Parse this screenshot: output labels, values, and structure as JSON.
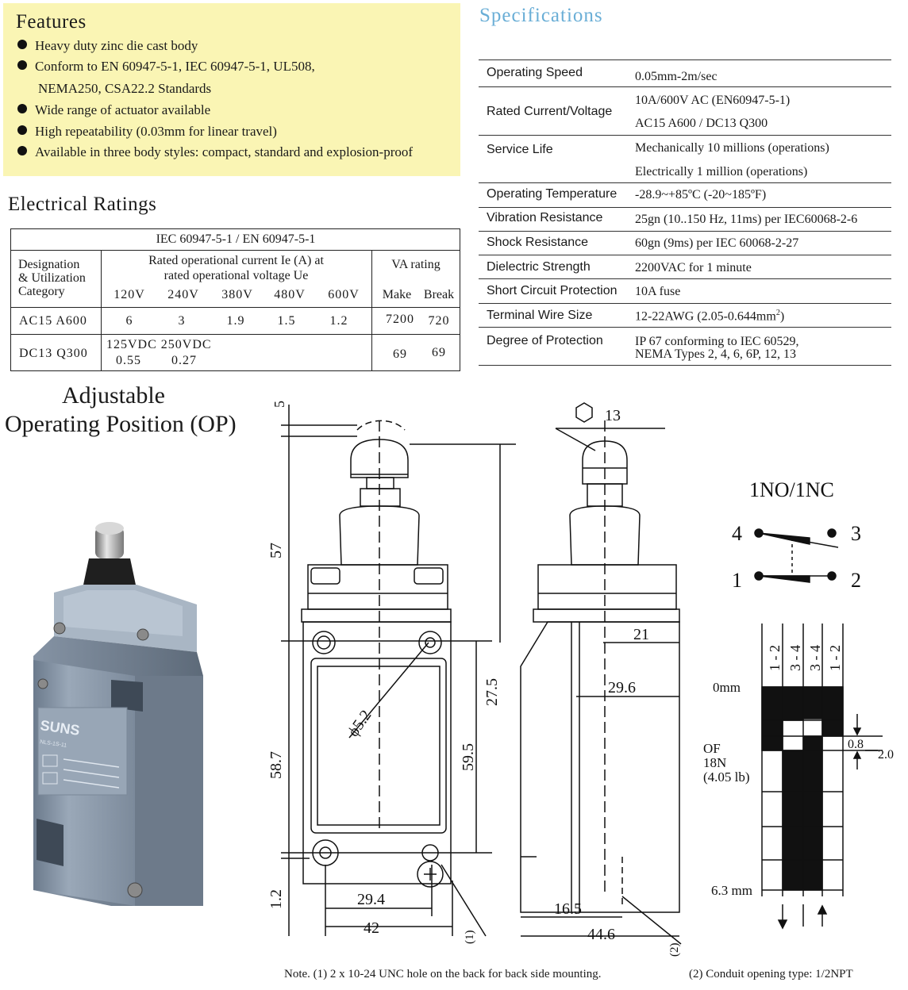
{
  "features": {
    "title": "Features",
    "items": [
      "Heavy duty zinc die cast body",
      "Conform to EN 60947-5-1, IEC 60947-5-1, UL508,",
      "NEMA250, CSA22.2 Standards",
      "Wide range of actuator available",
      "High repeatability (0.03mm for linear travel)",
      "Available in three body styles: compact, standard and explosion-proof"
    ]
  },
  "electrical": {
    "title": "Electrical Ratings",
    "standard": "IEC 60947-5-1 / EN 60947-5-1",
    "designation_lines": [
      "Designation",
      "& Utilization",
      "Category"
    ],
    "rated_header_lines": [
      "Rated operational current Ie (A) at",
      "rated operational voltage Ue"
    ],
    "va_header": "VA rating",
    "voltages": [
      "120V",
      "240V",
      "380V",
      "480V",
      "600V"
    ],
    "make": "Make",
    "break": "Break",
    "ac15": {
      "label": "AC15 A600",
      "currents": [
        "6",
        "3",
        "1.9",
        "1.5",
        "1.2"
      ],
      "make": "7200",
      "break": "720"
    },
    "dc13": {
      "label": "DC13 Q300",
      "top": "125VDC 250VDC",
      "v1": "0.55",
      "v2": "0.27",
      "make": "69",
      "break": "69"
    }
  },
  "specs": {
    "title": "Specifications",
    "rows": [
      {
        "label": "Operating Speed",
        "values": [
          "0.05mm-2m/sec"
        ]
      },
      {
        "label": "Rated Current/Voltage",
        "values": [
          "10A/600V AC (EN60947-5-1)",
          "AC15 A600 / DC13 Q300"
        ]
      },
      {
        "label": "Service Life",
        "values": [
          "Mechanically 10 millions (operations)",
          "Electrically 1 million (operations)"
        ]
      },
      {
        "label": "Operating Temperature",
        "values": [
          "-28.9~+85ºC  (-20~185ºF)"
        ]
      },
      {
        "label": "Vibration Resistance",
        "values": [
          "25gn (10..150 Hz, 11ms) per IEC60068-2-6"
        ]
      },
      {
        "label": "Shock Resistance",
        "values": [
          "60gn (9ms) per IEC 60068-2-27"
        ]
      },
      {
        "label": "Dielectric Strength",
        "values": [
          "2200VAC for 1 minute"
        ]
      },
      {
        "label": "Short Circuit Protection",
        "values": [
          "10A fuse"
        ]
      },
      {
        "label": "Terminal Wire Size",
        "values": [
          "12-22AWG (2.05-0.644mm",
          "2",
          ")"
        ]
      },
      {
        "label": "Degree of Protection",
        "values": [
          "IP 67 conforming to IEC 60529,",
          "NEMA Types 2, 4, 6, 6P, 12, 13"
        ]
      }
    ]
  },
  "op": {
    "line1": "Adjustable",
    "line2": "Operating Position (OP)"
  },
  "photo": {
    "brand": "SUNS",
    "model": "NLS-1S-11"
  },
  "dims": {
    "front": {
      "d5": "5",
      "d57": "57",
      "d587": "58.7",
      "d12": "1.2",
      "d275": "27.5",
      "d595": "59.5",
      "d52": "ϕ5.2",
      "d294": "29.4",
      "d42": "42",
      "n1": "(1)"
    },
    "side": {
      "hex": "13",
      "d21": "21",
      "d296": "29.6",
      "d165": "16.5",
      "d446": "44.6",
      "n2": "(2)"
    },
    "contact": {
      "title": "1NO/1NC",
      "t4": "4",
      "t3": "3",
      "t1": "1",
      "t2": "2",
      "c1": "1 - 2",
      "c2": "3 - 4",
      "c3": "3 - 4",
      "c4": "1 - 2",
      "zero": "0mm",
      "of": "OF",
      "force": "18N",
      "lb": "(4.05 lb)",
      "end": "6.3 mm",
      "d08": "0.8",
      "d20": "2.0"
    }
  },
  "notes": {
    "n1": "Note.  (1) 2 x 10-24 UNC hole on the back for back side mounting.",
    "n2": "(2) Conduit opening type: 1/2NPT"
  }
}
